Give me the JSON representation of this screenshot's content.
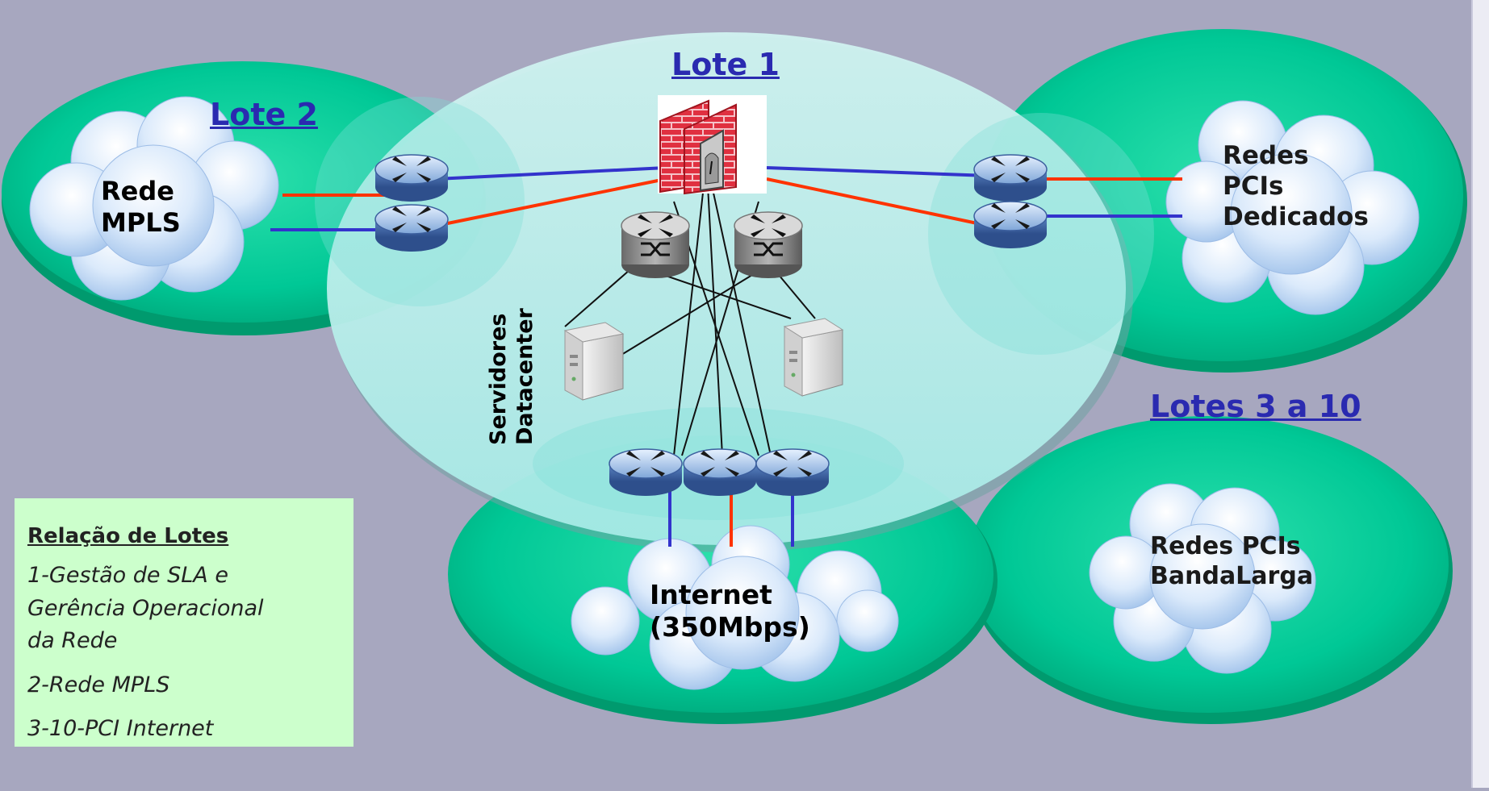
{
  "lots": {
    "lote1": "Lote  1",
    "lote2": "Lote 2",
    "lotes3a10": "Lotes 3 a 10"
  },
  "clouds": {
    "mpls": [
      "Rede",
      "MPLS"
    ],
    "pci_dedicados": [
      "Redes",
      "PCIs",
      "Dedicados"
    ],
    "internet": [
      "Internet",
      "(350Mbps)"
    ],
    "banda_larga": [
      "Redes PCIs",
      "BandaLarga"
    ]
  },
  "servers_label": [
    "Servidores",
    "Datacenter"
  ],
  "legend": {
    "title": "Relação de Lotes",
    "items": [
      [
        "1-Gestão de SLA e",
        "Gerência Operacional",
        "da Rede"
      ],
      [
        "2-Rede MPLS"
      ],
      [
        "3-10-PCI Internet"
      ]
    ]
  },
  "colors": {
    "background": "#a7a7bf",
    "green_zone": "#00c896",
    "center_zone": "#b8f0ee",
    "red_link": "#ff3300",
    "blue_link": "#3333cc",
    "legend_bg": "#ccffcc",
    "lot_link": "#2a2ab0"
  },
  "icons": [
    "router-icon",
    "switch-icon",
    "firewall-icon",
    "server-icon",
    "cloud-icon"
  ]
}
